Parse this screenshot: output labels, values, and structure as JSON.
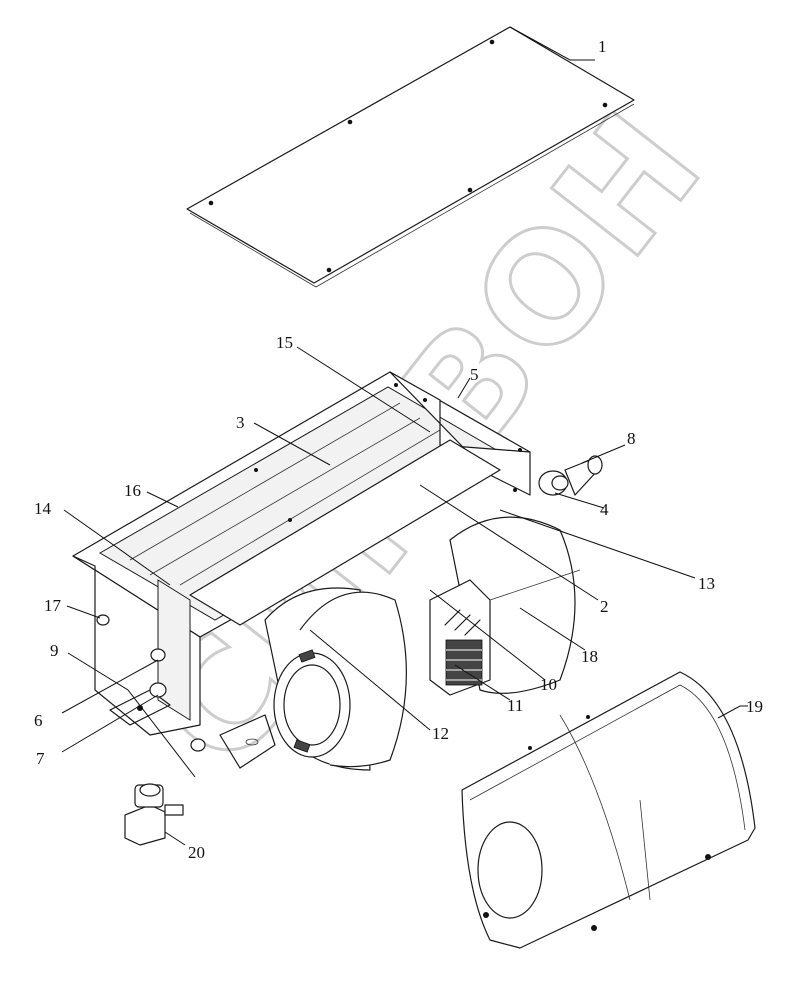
{
  "watermark": {
    "text": "СИМВОН"
  },
  "callouts": [
    {
      "id": "c1",
      "label": "1"
    },
    {
      "id": "c2",
      "label": "2"
    },
    {
      "id": "c3",
      "label": "3"
    },
    {
      "id": "c4",
      "label": "4"
    },
    {
      "id": "c5",
      "label": "5"
    },
    {
      "id": "c6",
      "label": "6"
    },
    {
      "id": "c7",
      "label": "7"
    },
    {
      "id": "c8",
      "label": "8"
    },
    {
      "id": "c9",
      "label": "9"
    },
    {
      "id": "c10",
      "label": "10"
    },
    {
      "id": "c11",
      "label": "11"
    },
    {
      "id": "c12",
      "label": "12"
    },
    {
      "id": "c13",
      "label": "13"
    },
    {
      "id": "c14",
      "label": "14"
    },
    {
      "id": "c15",
      "label": "15"
    },
    {
      "id": "c16",
      "label": "16"
    },
    {
      "id": "c17",
      "label": "17"
    },
    {
      "id": "c18",
      "label": "18"
    },
    {
      "id": "c19",
      "label": "19"
    },
    {
      "id": "c20",
      "label": "20"
    }
  ]
}
